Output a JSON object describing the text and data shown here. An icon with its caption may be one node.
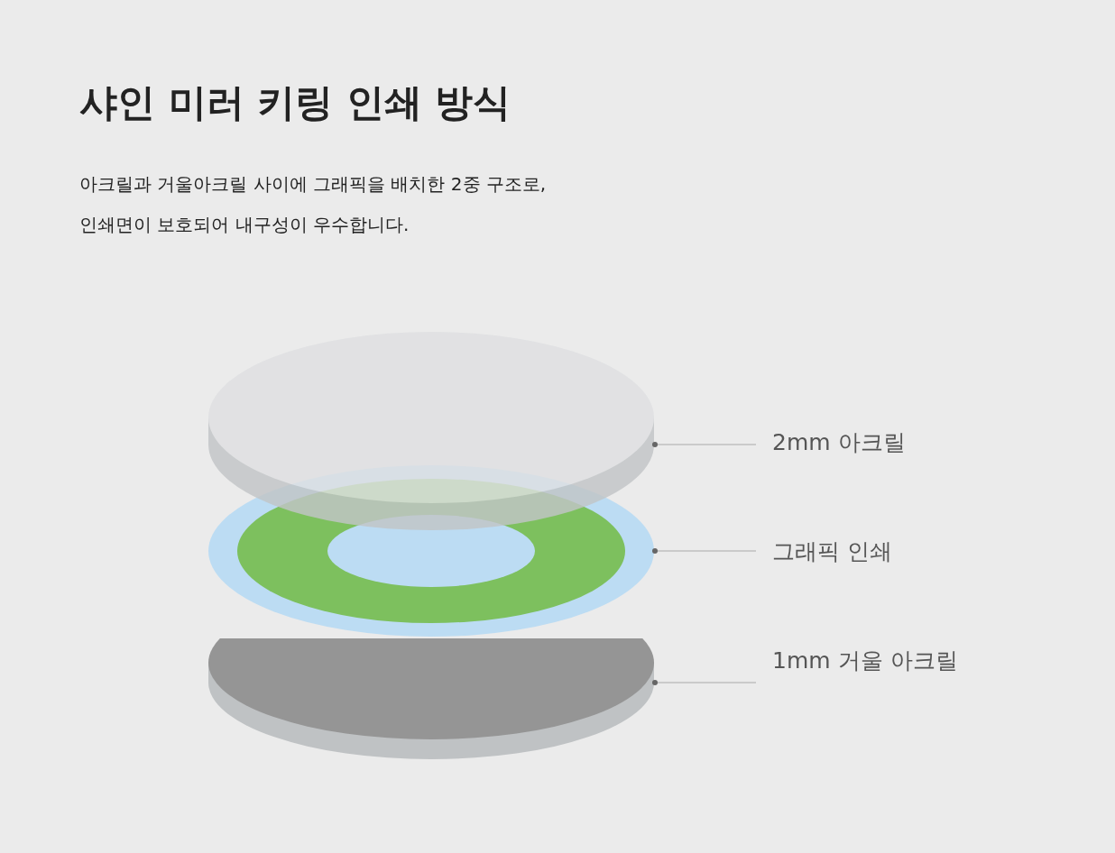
{
  "diagram": {
    "title": "샤인 미러 키링 인쇄 방식",
    "nodes": [
      {
        "text": [],
        "shape": "cylinder"
      },
      {
        "text": [],
        "shape": "circle"
      },
      {
        "text": [],
        "shape": "cylinder"
      },
      {
        "text": [
          "2mm 아크릴"
        ]
      },
      {
        "text": [
          "그래픽 인쇄"
        ]
      },
      {
        "text": [
          "1mm 거울 아크릴"
        ]
      }
    ],
    "edges": [
      {
        "from": 3,
        "to": 0,
        "arrow": "other"
      },
      {
        "from": 4,
        "to": 1,
        "arrow": "other"
      },
      {
        "from": 5,
        "to": 2,
        "arrow": "other"
      }
    ],
    "labels": [
      "아크릴과 거울아크릴 사이에 그래픽을 배치한 2중 구조로, 인쇄면이 보호되어 내구성이 우수합니다."
    ]
  }
}
